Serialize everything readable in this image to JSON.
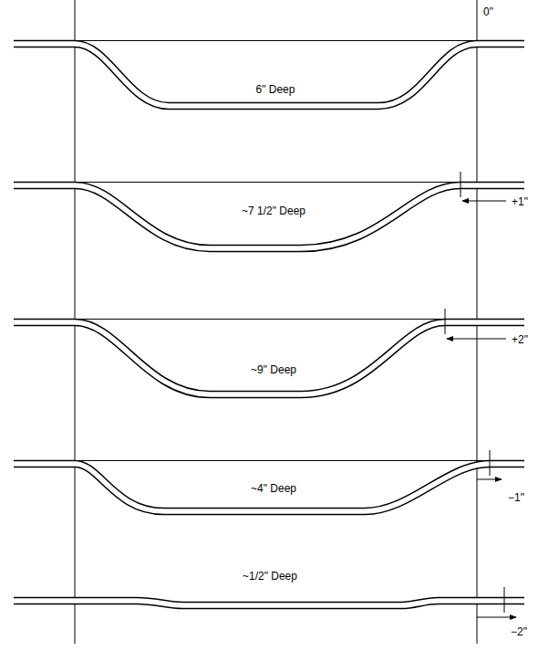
{
  "diagram": {
    "labels": [
      "0\"",
      "6\" Deep",
      "~7 1/2\" Deep",
      "+1\"",
      "~9\" Deep",
      "+2\"",
      "~4\" Deep",
      "−1\"",
      "~1/2\" Deep",
      "−2\""
    ]
  }
}
